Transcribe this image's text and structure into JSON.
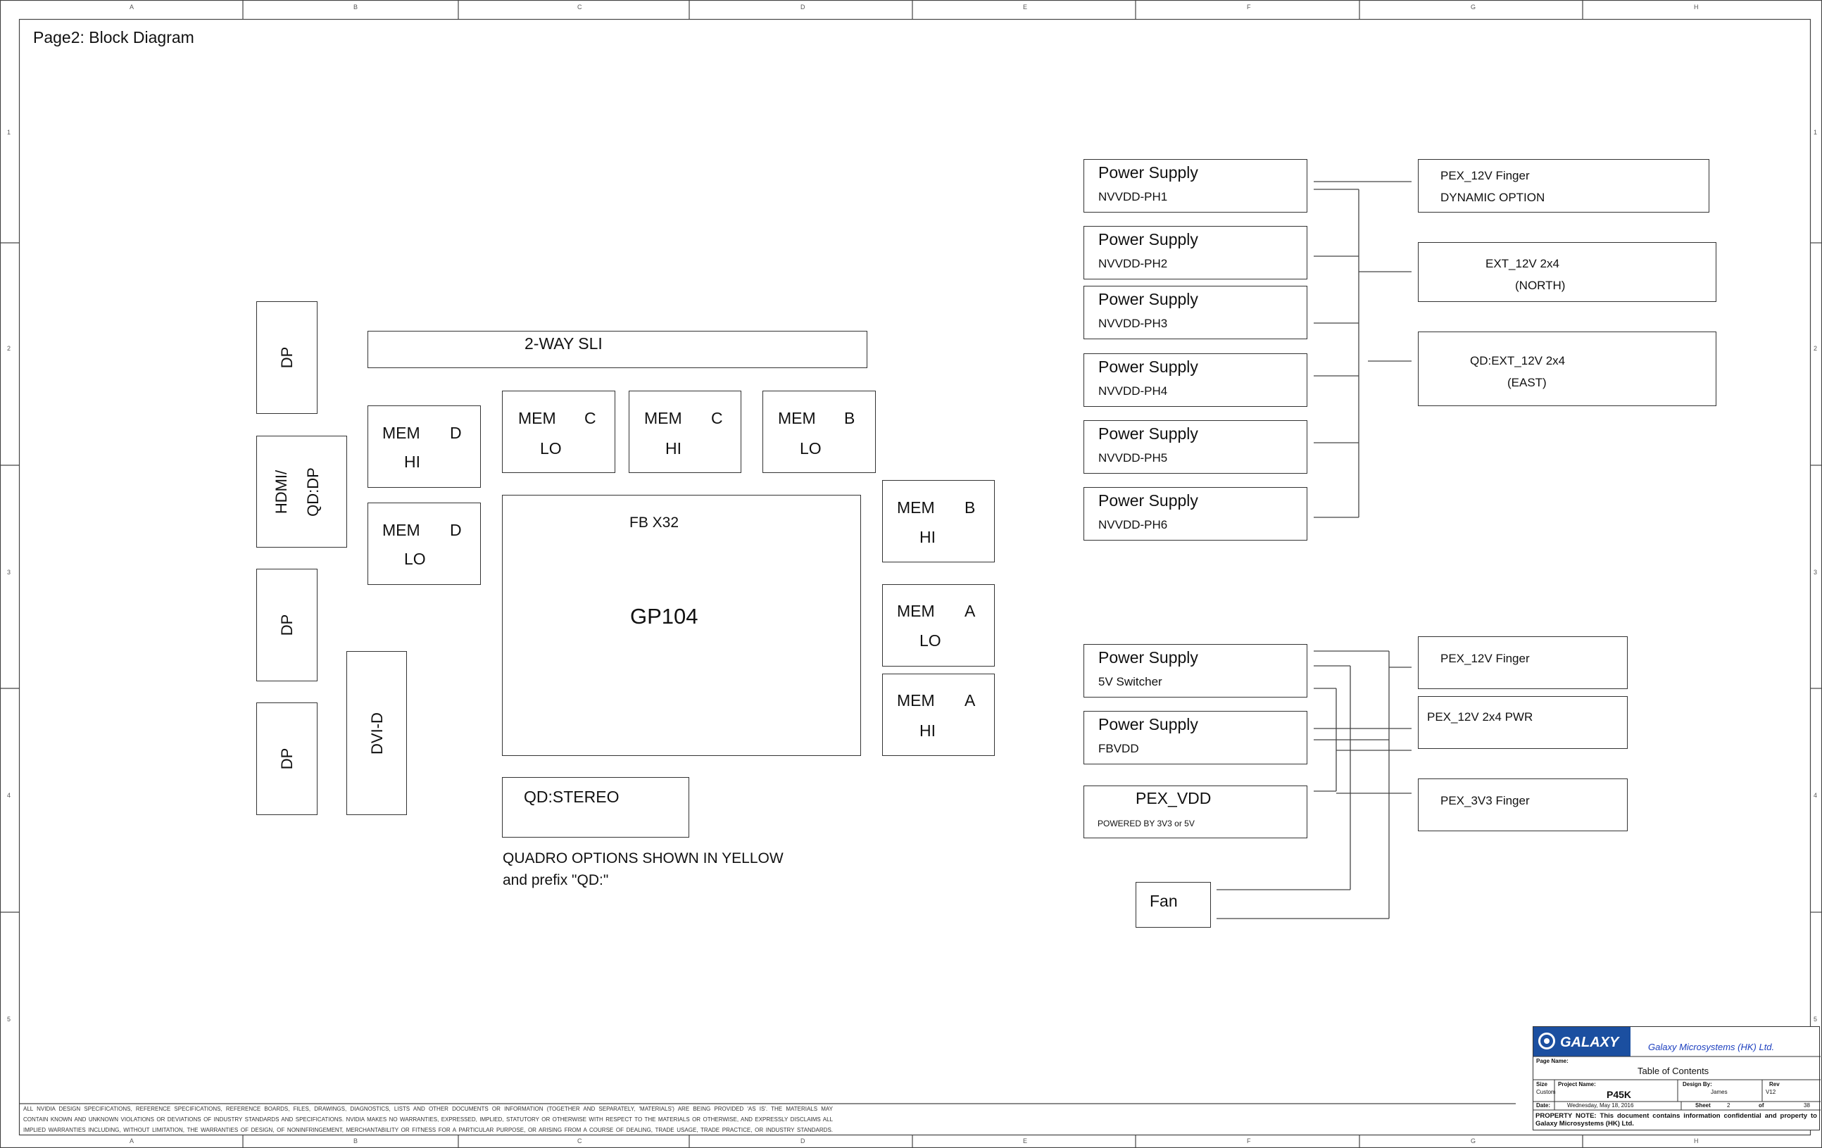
{
  "sheet": {
    "title": "Page2: Block Diagram",
    "columns": [
      "A",
      "B",
      "C",
      "D",
      "E",
      "F",
      "G",
      "H"
    ],
    "rows": [
      "1",
      "2",
      "3",
      "4",
      "5"
    ]
  },
  "blocks": {
    "dp_top": "DP",
    "hdmi_l1": "HDMI/",
    "hdmi_l2": "QD:DP",
    "dp_mid": "DP",
    "dp_bot": "DP",
    "dvi": "DVI-D",
    "sli": "2-WAY SLI",
    "mem_d_hi": [
      "MEM",
      "D",
      "HI"
    ],
    "mem_d_lo": [
      "MEM",
      "D",
      "LO"
    ],
    "mem_c_lo": [
      "MEM",
      "C",
      "LO"
    ],
    "mem_c_hi": [
      "MEM",
      "C",
      "HI"
    ],
    "mem_b_lo": [
      "MEM",
      "B",
      "LO"
    ],
    "mem_b_hi": [
      "MEM",
      "B",
      "HI"
    ],
    "mem_a_lo": [
      "MEM",
      "A",
      "LO"
    ],
    "mem_a_hi": [
      "MEM",
      "A",
      "HI"
    ],
    "gpu_bus": "FB X32",
    "gpu_name": "GP104",
    "stereo": "QD:STEREO",
    "quadro_note_1": "QUADRO OPTIONS SHOWN IN YELLOW",
    "quadro_note_2": "and prefix \"QD:\""
  },
  "power_phases": [
    {
      "title": "Power Supply",
      "sub": "NVVDD-PH1"
    },
    {
      "title": "Power Supply",
      "sub": "NVVDD-PH2"
    },
    {
      "title": "Power Supply",
      "sub": "NVVDD-PH3"
    },
    {
      "title": "Power Supply",
      "sub": "NVVDD-PH4"
    },
    {
      "title": "Power Supply",
      "sub": "NVVDD-PH5"
    },
    {
      "title": "Power Supply",
      "sub": "NVVDD-PH6"
    }
  ],
  "power_inputs_top": [
    {
      "line1": "PEX_12V Finger",
      "line2": "DYNAMIC OPTION"
    },
    {
      "line1": "EXT_12V 2x4",
      "line2": "(NORTH)"
    },
    {
      "line1": "QD:EXT_12V 2x4",
      "line2": "(EAST)"
    }
  ],
  "power_lower": {
    "switcher_title": "Power Supply",
    "switcher_sub": "5V Switcher",
    "fbvdd_title": "Power Supply",
    "fbvdd_sub": "FBVDD",
    "pexvdd_title": "PEX_VDD",
    "pexvdd_sub": "POWERED BY 3V3 or 5V",
    "fan": "Fan",
    "in_pex12": "PEX_12V Finger",
    "in_pex12_2x4": "PEX_12V 2x4 PWR",
    "in_pex3v3": "PEX_3V3 Finger"
  },
  "disclaimer": [
    "ALL NVIDIA DESIGN SPECIFICATIONS, REFERENCE SPECIFICATIONS, REFERENCE BOARDS, FILES, DRAWINGS, DIAGNOSTICS, LISTS AND OTHER DOCUMENTS OR INFORMATION (TOGETHER AND SEPARATELY, 'MATERIALS') ARE BEING PROVIDED 'AS IS'. THE MATERIALS MAY",
    "CONTAIN KNOWN AND UNKNOWN VIOLATIONS OR DEVIATIONS OF INDUSTRY STANDARDS AND SPECIFICATIONS. NVIDIA MAKES NO WARRANTIES, EXPRESSED, IMPLIED, STATUTORY OR OTHERWISE WITH RESPECT TO THE MATERIALS OR OTHERWISE, AND EXPRESSLY DISCLAIMS ALL",
    "IMPLIED WARRANTIES INCLUDING, WITHOUT LIMITATION, THE WARRANTIES OF DESIGN, OF NONINFRINGEMENT, MERCHANTABILITY OR FITNESS FOR A PARTICULAR PURPOSE, OR ARISING FROM A COURSE OF DEALING, TRADE USAGE, TRADE PRACTICE, OR INDUSTRY STANDARDS."
  ],
  "title_block": {
    "logo_text": "GALAXY",
    "company": "Galaxy Microsystems (HK) Ltd.",
    "page_name_label": "Page Name:",
    "page_name": "Table of Contents",
    "size_label": "Size",
    "size_value": "Custom",
    "project_label": "Project Name:",
    "project_value": "P45K",
    "design_label": "Design By:",
    "design_value": "James",
    "rev_label": "Rev",
    "rev_value": "V12",
    "date_label": "Date:",
    "date_value": "Wednesday, May 18, 2016",
    "sheet_label": "Sheet",
    "sheet_value": "2",
    "of_label": "of",
    "of_value": "38",
    "property_note": "PROPERTY NOTE: This document contains information confidential and property to Galaxy Microsystems (HK) Ltd."
  },
  "colors": {
    "line": "#333333",
    "logo_bg": "#1b4fa0",
    "company_text": "#1c3fbf"
  }
}
